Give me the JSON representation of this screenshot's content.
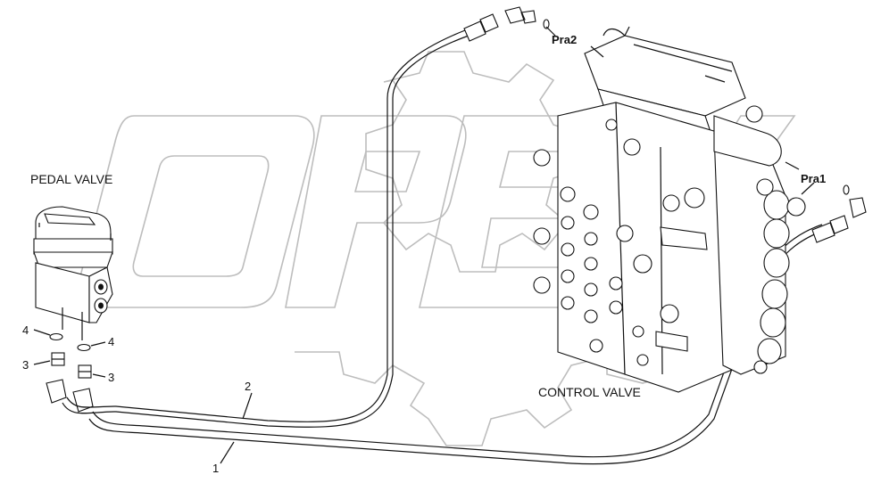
{
  "labels": {
    "pedal_valve": "PEDAL VALVE",
    "control_valve": "CONTROL VALVE",
    "pra2": "Pra2",
    "pra1": "Pra1",
    "callout_1": "1",
    "callout_2": "2",
    "callout_3": "3",
    "callout_4": "4"
  },
  "watermark": "OPEX"
}
